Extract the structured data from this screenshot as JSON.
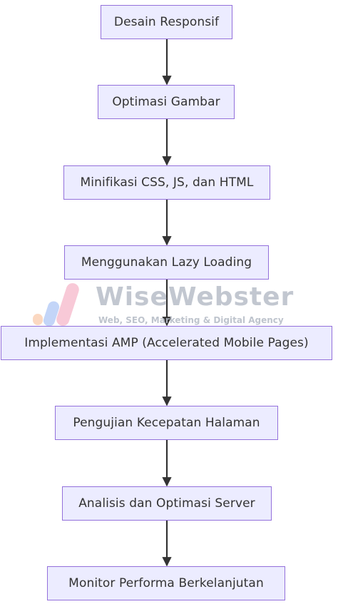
{
  "diagram": {
    "nodes": [
      {
        "id": "n1",
        "label": "Desain Responsif"
      },
      {
        "id": "n2",
        "label": "Optimasi Gambar"
      },
      {
        "id": "n3",
        "label": "Minifikasi CSS, JS, dan HTML"
      },
      {
        "id": "n4",
        "label": "Menggunakan Lazy Loading"
      },
      {
        "id": "n5",
        "label": "Implementasi AMP (Accelerated Mobile Pages)"
      },
      {
        "id": "n6",
        "label": "Pengujian Kecepatan Halaman"
      },
      {
        "id": "n7",
        "label": "Analisis dan Optimasi Server"
      },
      {
        "id": "n8",
        "label": "Monitor Performa Berkelanjutan"
      }
    ],
    "edges": [
      [
        "n1",
        "n2"
      ],
      [
        "n2",
        "n3"
      ],
      [
        "n3",
        "n4"
      ],
      [
        "n4",
        "n5"
      ],
      [
        "n5",
        "n6"
      ],
      [
        "n6",
        "n7"
      ],
      [
        "n7",
        "n8"
      ]
    ],
    "colors": {
      "node_fill": "#ececff",
      "node_border": "#9370db",
      "text": "#333333",
      "edge": "#333333"
    }
  },
  "watermark": {
    "title": "WiseWebster",
    "subtitle": "Web, SEO, Marketing & Digital Agency",
    "logo_icon": "wisewebster-logo-icon",
    "colors": {
      "text": "#b8bec8",
      "logo_pink": "#f6b7c9",
      "logo_blue": "#a9c3f5",
      "logo_orange": "#f9c7a6"
    }
  }
}
